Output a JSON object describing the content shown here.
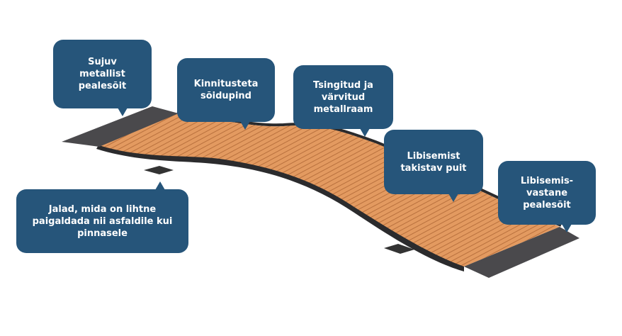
{
  "colors": {
    "callout": "#26557a",
    "wood": "#e39a60",
    "frame": "#2b2b2d",
    "metal": "#4a494c"
  },
  "callouts": {
    "ramp_left": "Sujuv metallist pealesõit",
    "deck": "Kinnitusteta sõidupind",
    "frame": "Tsingitud ja värvitud metallraam",
    "wood": "Libisemist takistav puit",
    "ramp_right": "Libisemis-vastane pealesõit",
    "legs": "Jalad, mida on lihtne paigaldada nii asfaldile kui pinnasele"
  }
}
